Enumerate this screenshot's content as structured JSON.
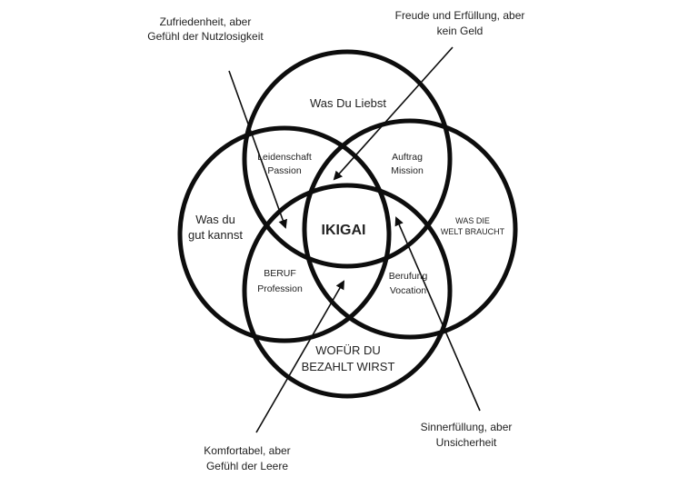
{
  "colors": {
    "line": "#0d0d0d",
    "text": "#222222",
    "background": "#ffffff"
  },
  "center": {
    "label": "IKIGAI"
  },
  "circles": {
    "top": {
      "label": "Was Du Liebst"
    },
    "left": {
      "label_line1": "Was du",
      "label_line2": "gut kannst"
    },
    "right": {
      "label_line1": "WAS DIE",
      "label_line2": "WELT BRAUCHT"
    },
    "bottom": {
      "label_line1": "WOFÜR DU",
      "label_line2": "BEZAHLT WIRST"
    }
  },
  "overlaps": {
    "passion": {
      "line1": "Leidenschaft",
      "line2": "Passion"
    },
    "mission": {
      "line1": "Auftrag",
      "line2": "Mission"
    },
    "profession": {
      "line1": "BERUF",
      "line2": "Profession"
    },
    "vocation": {
      "line1": "Berufung",
      "line2": "Vocation"
    }
  },
  "callouts": {
    "top_left": {
      "line1": "Zufriedenheit, aber",
      "line2": "Gefühl der Nutzlosigkeit"
    },
    "top_right": {
      "line1": "Freude und Erfüllung, aber",
      "line2": "kein Geld"
    },
    "bottom_right": {
      "line1": "Sinnerfüllung, aber",
      "line2": "Unsicherheit"
    },
    "bottom_left": {
      "line1": "Komfortabel, aber",
      "line2": "Gefühl der Leere"
    }
  }
}
